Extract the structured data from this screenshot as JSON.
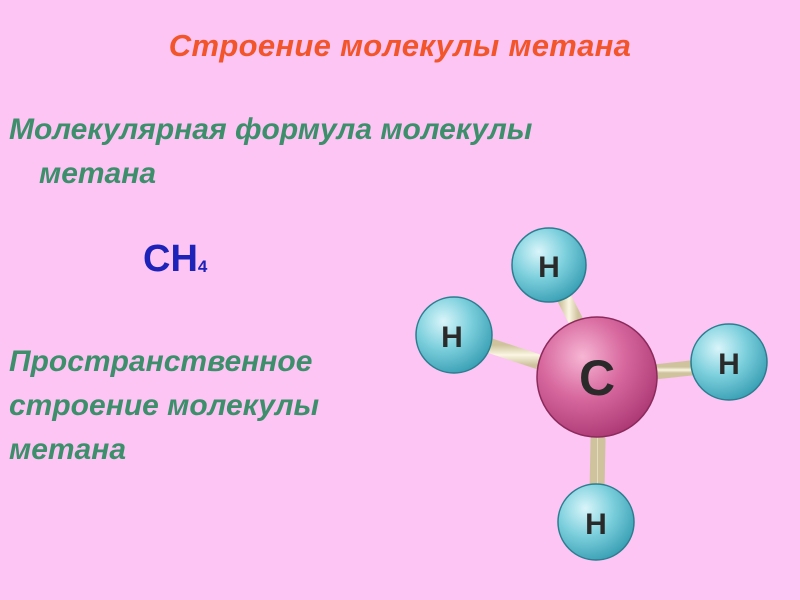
{
  "slide": {
    "title": "Строение молекулы метана",
    "formula_heading_line1": "Молекулярная формула молекулы",
    "formula_heading_line2": "метана",
    "formula_main": "CH",
    "formula_sub": "4",
    "spatial_heading_line1": "Пространственное",
    "spatial_heading_line2": "строение молекулы",
    "spatial_heading_line3": "метана"
  },
  "molecule": {
    "center_label": "C",
    "h_labels": [
      "H",
      "H",
      "H",
      "H"
    ],
    "colors": {
      "carbon": "#d85f9b",
      "hydrogen": "#5ec3d3",
      "bond": "#efe6c8",
      "title": "#f2552a",
      "heading": "#3d8f6b",
      "formula": "#1d22b8",
      "background": "#fcc5f4"
    }
  }
}
